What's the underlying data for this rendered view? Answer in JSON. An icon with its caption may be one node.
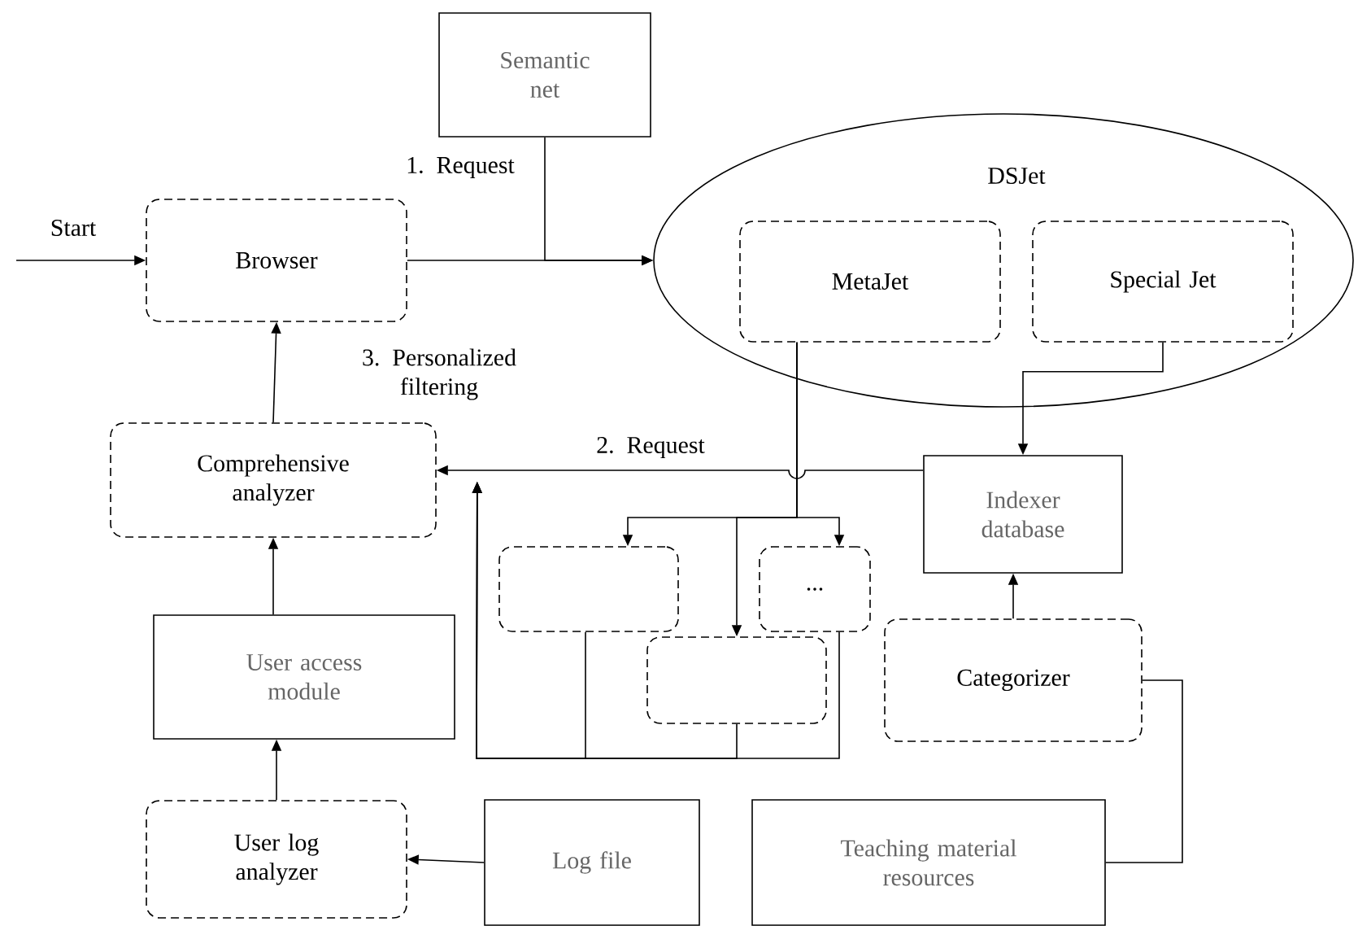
{
  "diagram": {
    "nodes": [
      {
        "text": [
          "Semantic net"
        ]
      },
      {
        "text": [
          "Browser"
        ]
      },
      {
        "text": [
          "DSJet"
        ]
      },
      {
        "text": [
          "MetaJet"
        ],
        "in": 2
      },
      {
        "text": [
          "Special Jet"
        ],
        "in": 2
      },
      {
        "text": [
          "Comprehensive analyzer"
        ]
      },
      {
        "text": [
          "Indexer database"
        ]
      },
      {
        "text": [],
        "shape": "box"
      },
      {
        "text": [
          "..."
        ]
      },
      {
        "text": [],
        "shape": "box"
      },
      {
        "text": [
          "Categorizer"
        ]
      },
      {
        "text": [
          "User access module"
        ]
      },
      {
        "text": [
          "User log analyzer"
        ]
      },
      {
        "text": [
          "Log file"
        ]
      },
      {
        "text": [
          "Teaching material resources"
        ]
      }
    ],
    "edges": [
      {
        "from": null,
        "to": 1,
        "arrow": "to",
        "label": "Start"
      },
      {
        "from": 1,
        "to": 2,
        "arrow": "to"
      },
      {
        "from": 0,
        "to": 2,
        "arrow": "to",
        "label": "1. Request"
      },
      {
        "from": 5,
        "to": 1,
        "arrow": "to",
        "label": "3. Personalized filtering"
      },
      {
        "from": 6,
        "to": 5,
        "arrow": "to",
        "label": "2. Request"
      },
      {
        "from": 4,
        "to": 6,
        "arrow": "to"
      },
      {
        "from": 3,
        "to": 7,
        "arrow": "to"
      },
      {
        "from": 3,
        "to": 9,
        "arrow": "to"
      },
      {
        "from": 3,
        "to": 8,
        "arrow": "to"
      },
      {
        "from": 7,
        "to": 5,
        "arrow": "to"
      },
      {
        "from": 9,
        "to": 5,
        "arrow": "to"
      },
      {
        "from": 8,
        "to": 5,
        "arrow": "to"
      },
      {
        "from": 11,
        "to": 5,
        "arrow": "to"
      },
      {
        "from": 12,
        "to": 11,
        "arrow": "to"
      },
      {
        "from": 13,
        "to": 12,
        "arrow": "to"
      },
      {
        "from": 10,
        "to": 6,
        "arrow": "to"
      },
      {
        "from": 14,
        "to": 10,
        "arrow": "none"
      }
    ]
  }
}
